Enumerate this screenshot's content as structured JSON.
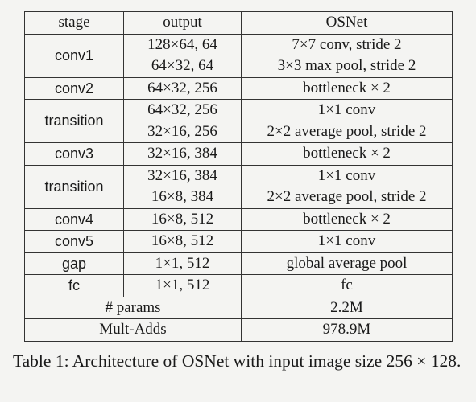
{
  "table": {
    "headers": [
      "stage",
      "output",
      "OSNet"
    ],
    "rows": [
      {
        "stage": "conv1",
        "output": [
          "128×64, 64",
          "64×32, 64"
        ],
        "osnet": [
          "7×7 conv, stride 2",
          "3×3 max pool, stride 2"
        ]
      },
      {
        "stage": "conv2",
        "output": [
          "64×32, 256"
        ],
        "osnet": [
          "bottleneck × 2"
        ]
      },
      {
        "stage": "transition",
        "output": [
          "64×32, 256",
          "32×16, 256"
        ],
        "osnet": [
          "1×1 conv",
          "2×2 average pool, stride 2"
        ]
      },
      {
        "stage": "conv3",
        "output": [
          "32×16, 384"
        ],
        "osnet": [
          "bottleneck × 2"
        ]
      },
      {
        "stage": "transition",
        "output": [
          "32×16, 384",
          "16×8, 384"
        ],
        "osnet": [
          "1×1 conv",
          "2×2 average pool, stride 2"
        ]
      },
      {
        "stage": "conv4",
        "output": [
          "16×8, 512"
        ],
        "osnet": [
          "bottleneck × 2"
        ]
      },
      {
        "stage": "conv5",
        "output": [
          "16×8, 512"
        ],
        "osnet": [
          "1×1 conv"
        ]
      },
      {
        "stage": "gap",
        "output": [
          "1×1, 512"
        ],
        "osnet": [
          "global average pool"
        ]
      },
      {
        "stage": "fc",
        "output": [
          "1×1, 512"
        ],
        "osnet": [
          "fc"
        ]
      }
    ],
    "summary": [
      {
        "label": "# params",
        "value": "2.2M"
      },
      {
        "label": "Mult-Adds",
        "value": "978.9M"
      }
    ]
  },
  "caption": "Table 1: Architecture of OSNet with input image size 256 × 128."
}
